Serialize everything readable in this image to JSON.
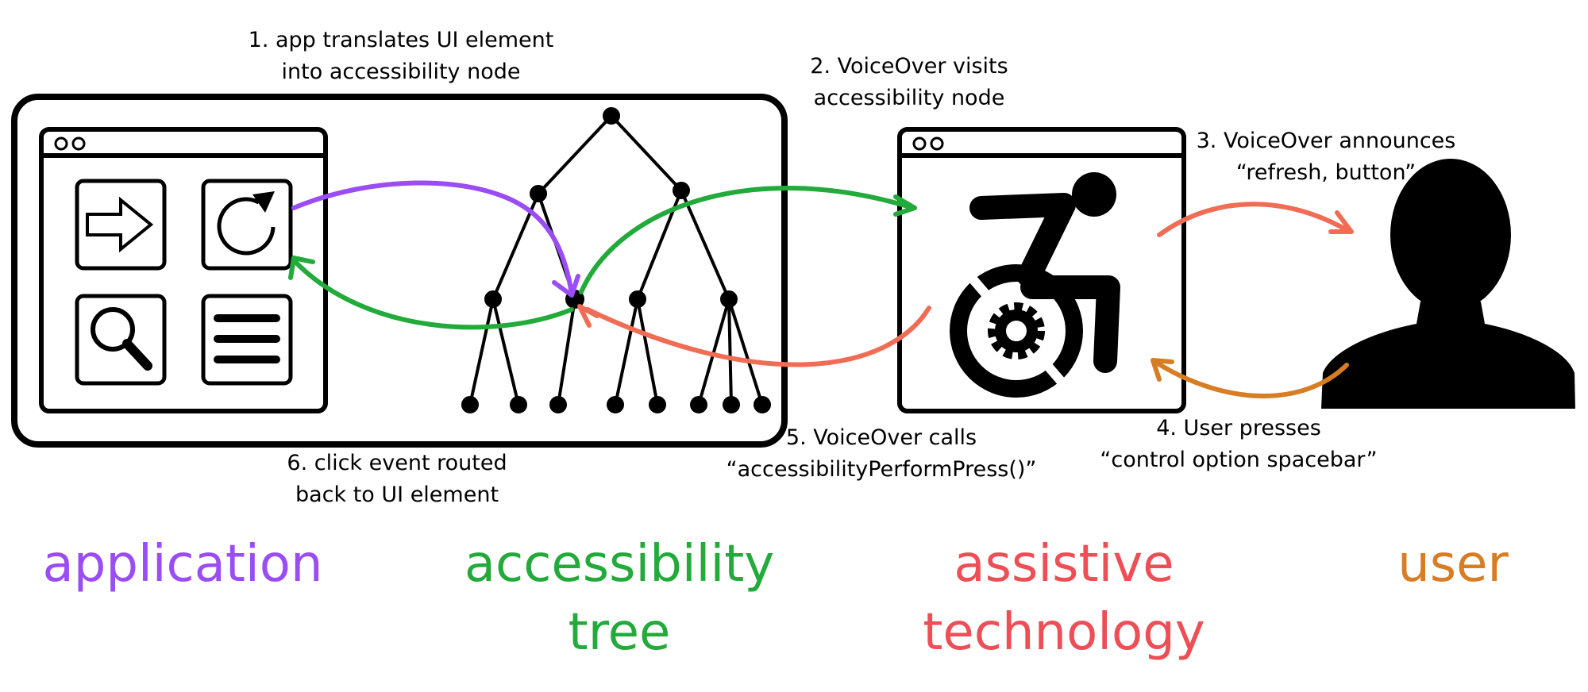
{
  "colors": {
    "application": "#9a4cf5",
    "accessibility_tree": "#22aa3a",
    "assistive_technology": "#ee4e55",
    "user": "#d77d24",
    "arrow_announce": "#f06c54",
    "arrow_perform": "#f06c54",
    "ink": "#000000"
  },
  "icons": {
    "app_tiles": [
      "arrow-right-icon",
      "refresh-icon",
      "search-icon",
      "menu-icon"
    ],
    "assistive_window_icon": "accessible-wheelchair-icon",
    "user_icon": "person-silhouette-icon"
  },
  "steps": {
    "step1": {
      "line1": "1. app translates UI element",
      "line2": "into accessibility node"
    },
    "step2": {
      "line1": "2. VoiceOver visits",
      "line2": "accessibility node"
    },
    "step3": {
      "line1": "3. VoiceOver announces",
      "line2": "“refresh, button”"
    },
    "step4": {
      "line1": "4. User presses",
      "line2": "“control option spacebar”"
    },
    "step5": {
      "line1": "5. VoiceOver calls",
      "line2": "“accessibilityPerformPress()”"
    },
    "step6": {
      "line1": "6. click event routed",
      "line2": "back to UI element"
    }
  },
  "categories": {
    "application": {
      "line1": "application"
    },
    "accessibility_tree": {
      "line1": "accessibility",
      "line2": "tree"
    },
    "assistive_technology": {
      "line1": "assistive",
      "line2": "technology"
    },
    "user": {
      "line1": "user"
    }
  }
}
